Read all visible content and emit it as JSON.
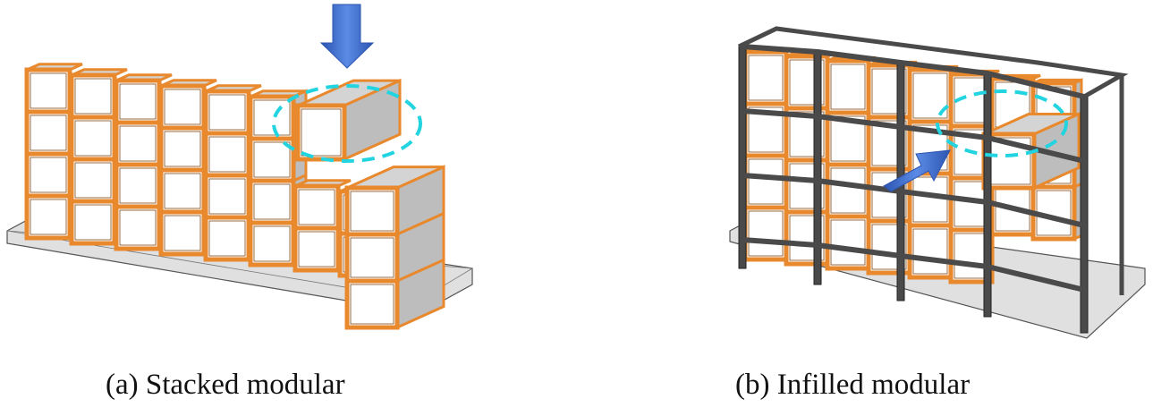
{
  "panels": [
    {
      "id": "a",
      "caption": "(a) Stacked modular"
    },
    {
      "id": "b",
      "caption": "(b) Infilled modular"
    }
  ],
  "colors": {
    "module_trim": "#E8892E",
    "module_face": "#FFFFFF",
    "module_top": "#D4D4D4",
    "module_side": "#BDBDBD",
    "frame": "#4A4A4A",
    "slab": "#E0E0E0",
    "arrow": "#3F6FD0",
    "highlight": "#22D3E0"
  }
}
